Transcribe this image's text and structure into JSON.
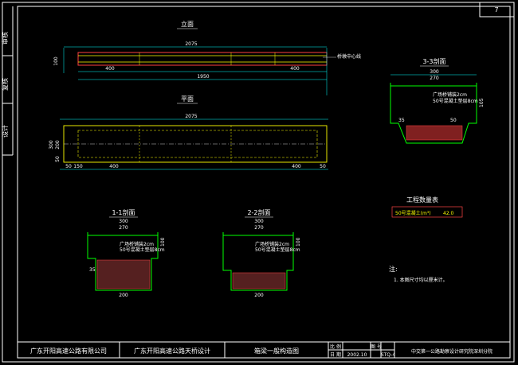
{
  "sheet": {
    "page_number": "7"
  },
  "side_strip": {
    "labels": [
      "审核",
      "复核",
      "设计"
    ]
  },
  "views": {
    "elevation": {
      "title": "立面",
      "dims": {
        "overall": "2075",
        "left_seg": "400",
        "right_seg": "400",
        "bottom": "1950",
        "height": "100"
      },
      "note": "桥墩中心线"
    },
    "plan": {
      "title": "平面",
      "dims": {
        "overall": "2075",
        "left_seg": "400",
        "right_seg": "400",
        "w1": "50",
        "w2": "150",
        "w3": "50",
        "h1": "300",
        "h2": "200",
        "h3": "50"
      }
    },
    "section33": {
      "title": "3-3剖面",
      "dims": {
        "top": "300",
        "inner": "270",
        "left": "35",
        "mid": "50",
        "h": "105"
      },
      "notes": [
        "广场桥铺装2cm",
        "50号混凝土垫层8cm"
      ]
    },
    "section11": {
      "title": "1-1剖面",
      "dims": {
        "top": "300",
        "inner": "270",
        "bottom": "200",
        "h": "100",
        "left": "35"
      },
      "notes": [
        "广场桥铺装2cm",
        "50号混凝土垫层8cm"
      ]
    },
    "section22": {
      "title": "2-2剖面",
      "dims": {
        "top": "300",
        "inner": "270",
        "bottom": "200",
        "h": "100"
      },
      "notes": [
        "广场桥铺装2cm",
        "50号混凝土垫层8cm"
      ]
    }
  },
  "quantity_table": {
    "title": "工程数量表",
    "item": "50号混凝土(m³)",
    "value": "42.0"
  },
  "notes": {
    "heading": "注:",
    "items": [
      "1. 本图尺寸均以厘米计。"
    ]
  },
  "title_block": {
    "owner": "广东开阳高速公路有限公司",
    "project": "广东开阳高速公路天桥设计",
    "drawing_title": "箱梁一般构造图",
    "scale_label": "比 例",
    "date_label": "日 期",
    "date_value": "2002.10",
    "drawing_no_label": "图 号",
    "drawing_no_value": "STQ-4",
    "designer": "中交第一公路勘察设计研究院深圳分院"
  },
  "colors": {
    "background": "#000000",
    "frame": "#ffffff",
    "primary_line": "#ffff00",
    "section_line": "#00ff00",
    "hatch": "#ff0000",
    "dimension": "#00ffff"
  }
}
